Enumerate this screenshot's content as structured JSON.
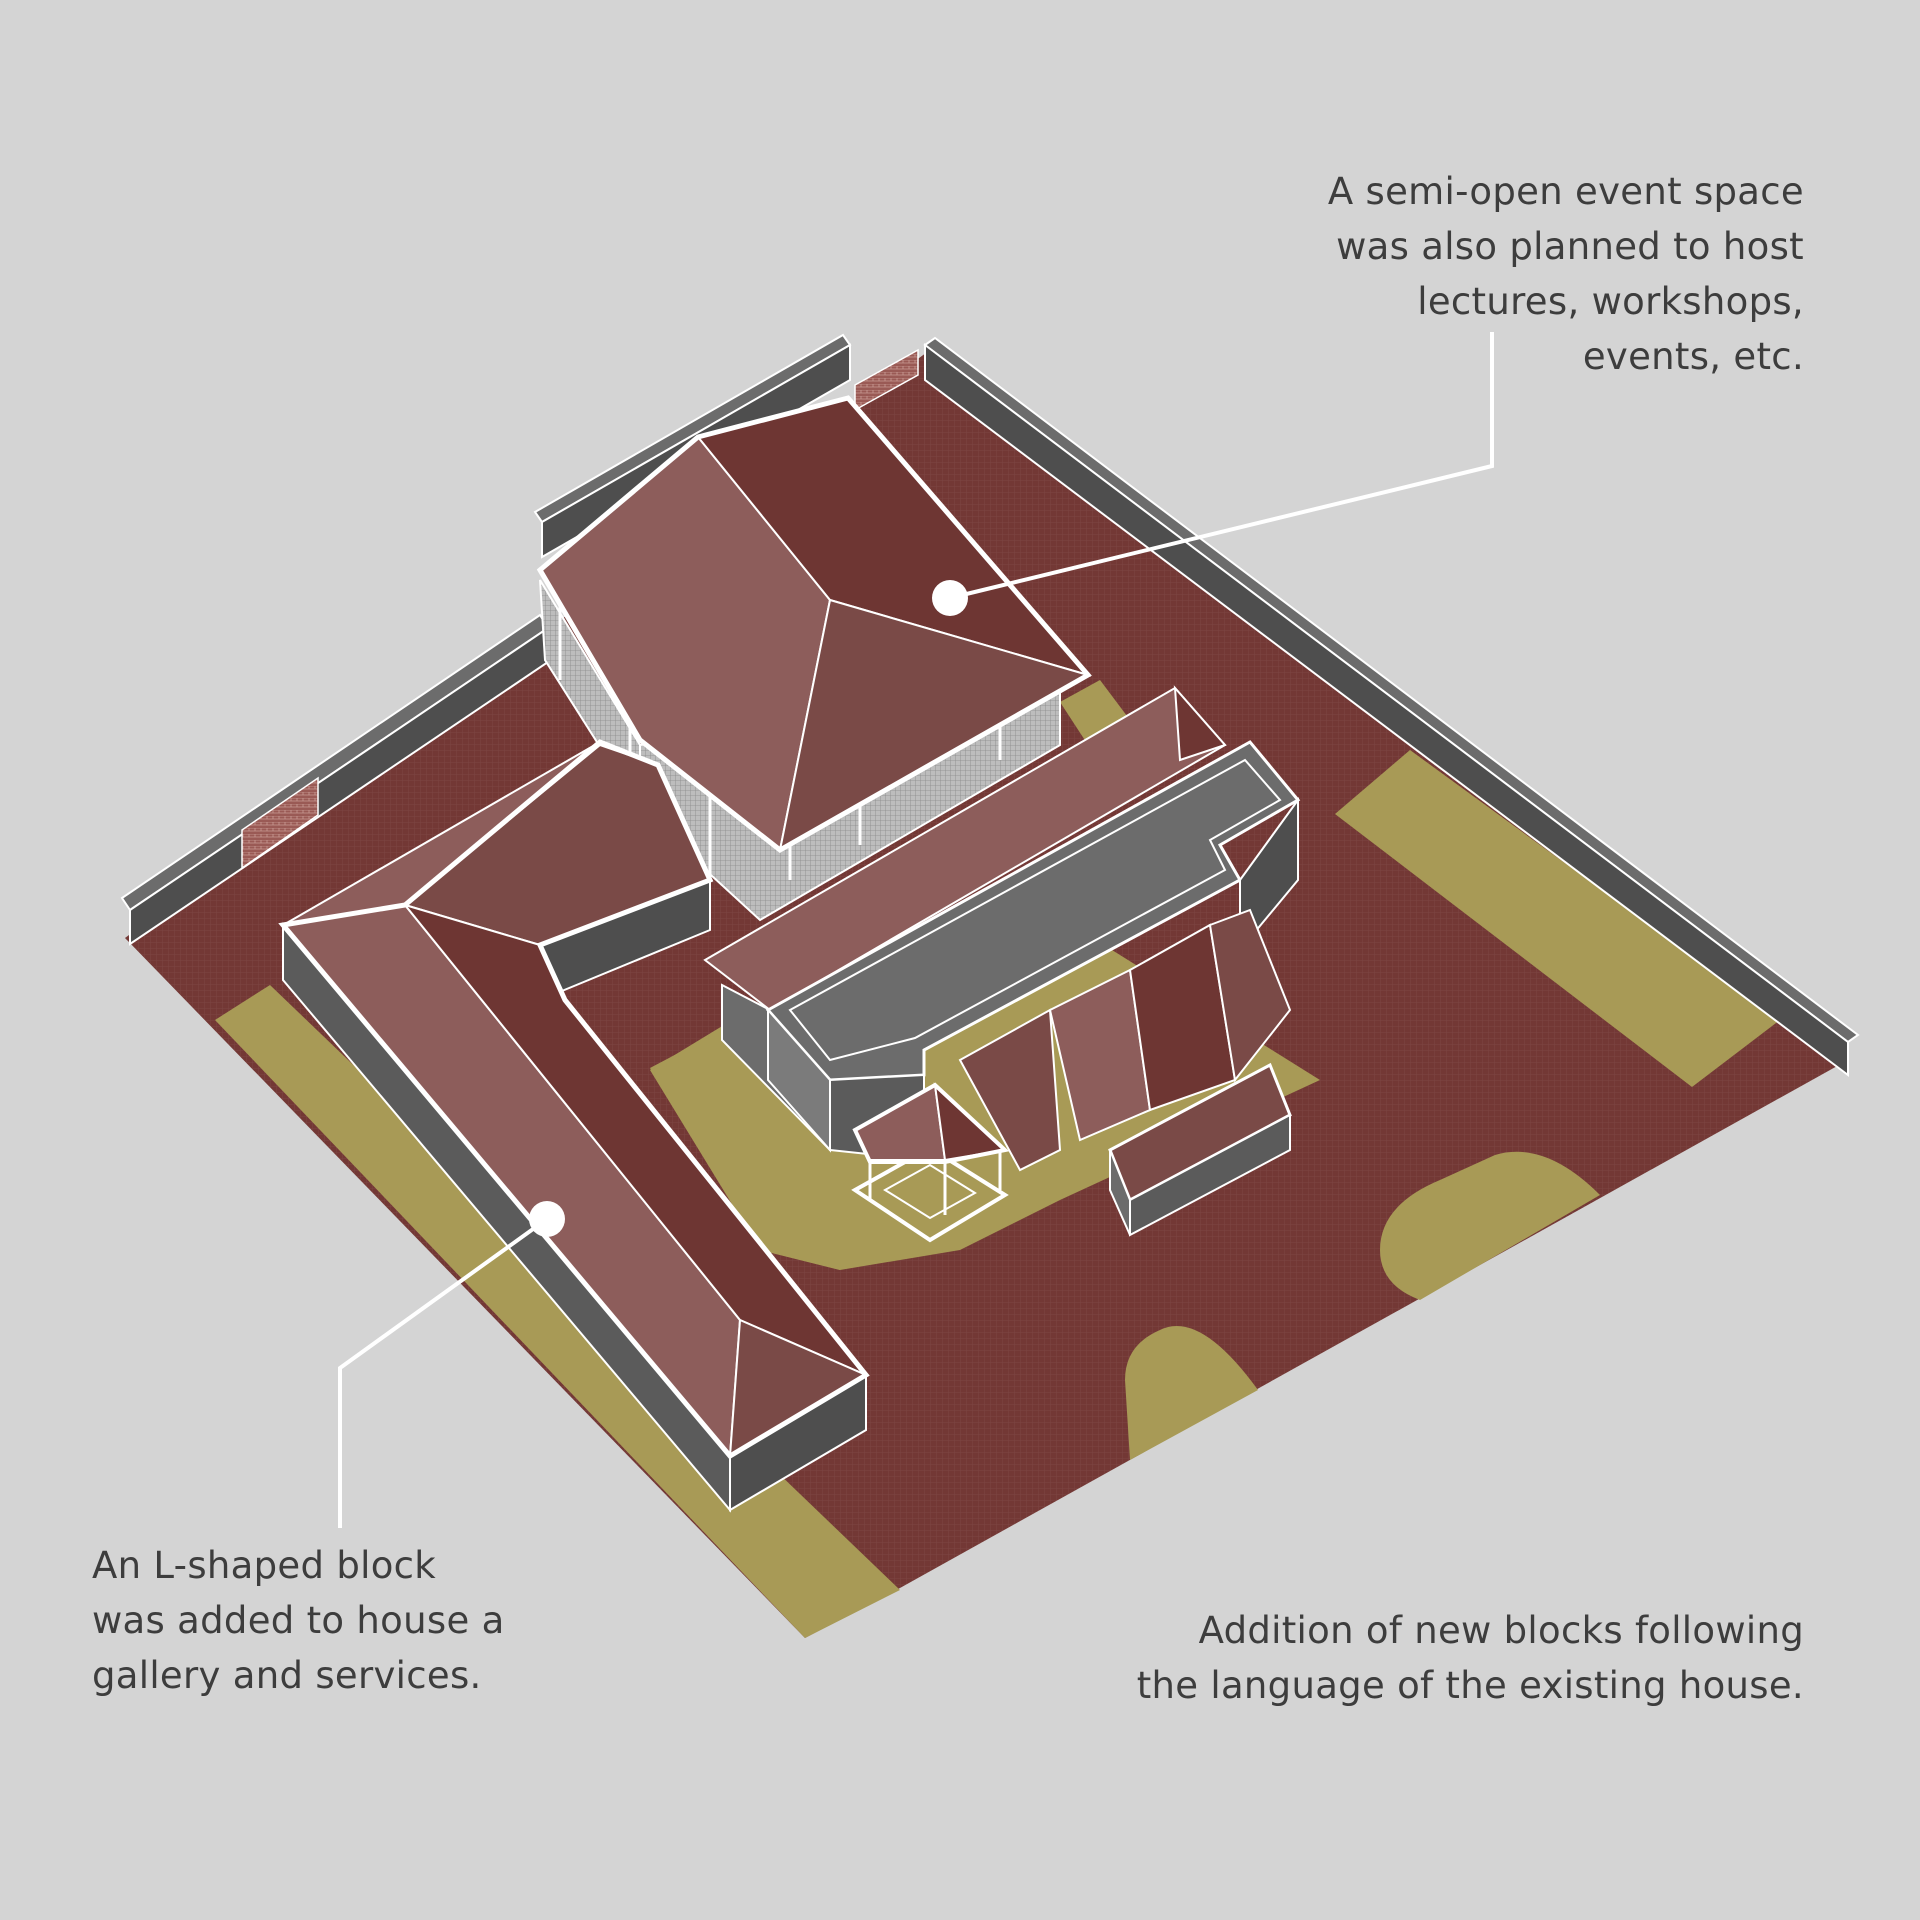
{
  "colors": {
    "background": "#d4d4d4",
    "paving": "#733835",
    "lawn": "#a89a56",
    "roof_light": "#8d5d5b",
    "roof_mid": "#7a4a47",
    "roof_dark": "#6e3633",
    "wall_top": "#6c6c6c",
    "wall_side": "#4e4e4e",
    "outline": "#ffffff",
    "text": "#3d3d3d"
  },
  "annotations": {
    "event_space": {
      "lines": [
        "A semi-open event space",
        "was also planned to host",
        "lectures, workshops,",
        "events, etc."
      ]
    },
    "l_block": {
      "lines": [
        "An L-shaped block",
        "was added to house a",
        "gallery and services."
      ]
    },
    "addition": {
      "lines": [
        "Addition of new blocks following",
        "the language of the existing house."
      ]
    }
  }
}
